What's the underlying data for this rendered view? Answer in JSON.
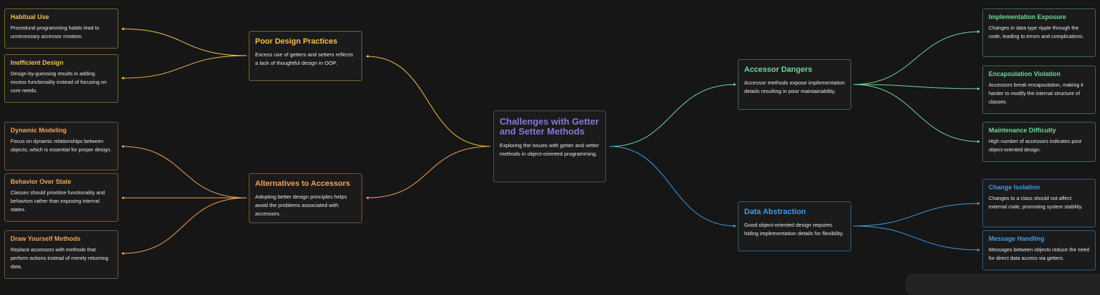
{
  "colors": {
    "yellow": "#f2c14e",
    "orange": "#f3a25a",
    "green": "#6fd79c",
    "blue": "#3f9be8",
    "purple": "#8877d6",
    "background": "#161616"
  },
  "center": {
    "title": "Challenges with Getter and Setter Methods",
    "desc": "Exploring the issues with getter and setter methods in object-oriented programming."
  },
  "branches": {
    "poor_design": {
      "title": "Poor Design Practices",
      "desc": "Excess use of getters and setters reflects a lack of thoughtful design in OOP.",
      "children": [
        {
          "title": "Habitual Use",
          "desc": "Procedural programming habits lead to unnecessary accessor creation."
        },
        {
          "title": "Inefficient Design",
          "desc": "Design-by-guessing results in adding excess functionality instead of focusing on core needs."
        }
      ]
    },
    "alternatives": {
      "title": "Alternatives to Accessors",
      "desc": "Adopting better design principles helps avoid the problems associated with accessors.",
      "children": [
        {
          "title": "Dynamic Modeling",
          "desc": "Focus on dynamic relationships between objects, which is essential for proper design."
        },
        {
          "title": "Behavior Over State",
          "desc": "Classes should prioritize functionality and behaviors rather than exposing internal states."
        },
        {
          "title": "Draw Yourself Methods",
          "desc": "Replace accessors with methods that perform actions instead of merely returning data."
        }
      ]
    },
    "accessor_dangers": {
      "title": "Accessor Dangers",
      "desc": "Accessor methods expose implementation details resulting in poor maintainability.",
      "children": [
        {
          "title": "Implementation Exposure",
          "desc": "Changes in data type ripple through the code, leading to errors and complications."
        },
        {
          "title": "Encapsulation Violation",
          "desc": "Accessors break encapsulation, making it harder to modify the internal structure of classes."
        },
        {
          "title": "Maintenance Difficulty",
          "desc": "High number of accessors indicates poor object-oriented design."
        }
      ]
    },
    "data_abstraction": {
      "title": "Data Abstraction",
      "desc": "Good object-oriented design requires hiding implementation details for flexibility.",
      "children": [
        {
          "title": "Change Isolation",
          "desc": "Changes to a class should not affect external code, promoting system stability."
        },
        {
          "title": "Message Handling",
          "desc": "Messages between objects reduce the need for direct data access via getters."
        }
      ]
    }
  }
}
